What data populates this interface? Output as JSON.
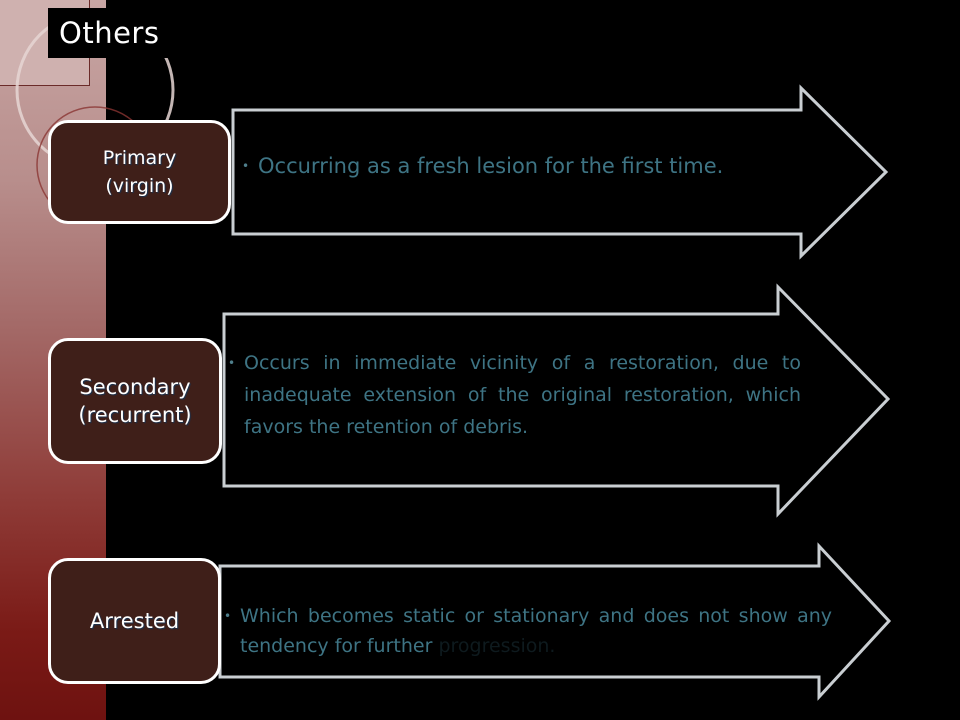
{
  "slide": {
    "title": "Others",
    "colors": {
      "background": "#000000",
      "label_box_fill": "#3f1f19",
      "label_box_border": "#ffffff",
      "arrow_outline": "#c9ced2",
      "body_text": "#3e7484",
      "panel_top": "#c8a6a4",
      "panel_bottom": "#6e1210"
    },
    "items": [
      {
        "label": "Primary\n(virgin)",
        "bullet_icon": "bullet-dot",
        "description": "Occurring as a fresh lesion for the first time.",
        "description_faded": ""
      },
      {
        "label": "Secondary\n(recurrent)",
        "bullet_icon": "bullet-dot",
        "description": "Occurs in immediate vicinity of a restoration, due to inadequate extension of the original restoration, which favors the  retention of debris.",
        "description_faded": ""
      },
      {
        "label": "Arrested",
        "bullet_icon": "bullet-dot",
        "description": "Which becomes static or stationary and does not show any tendency for further ",
        "description_faded": "progression."
      }
    ]
  }
}
